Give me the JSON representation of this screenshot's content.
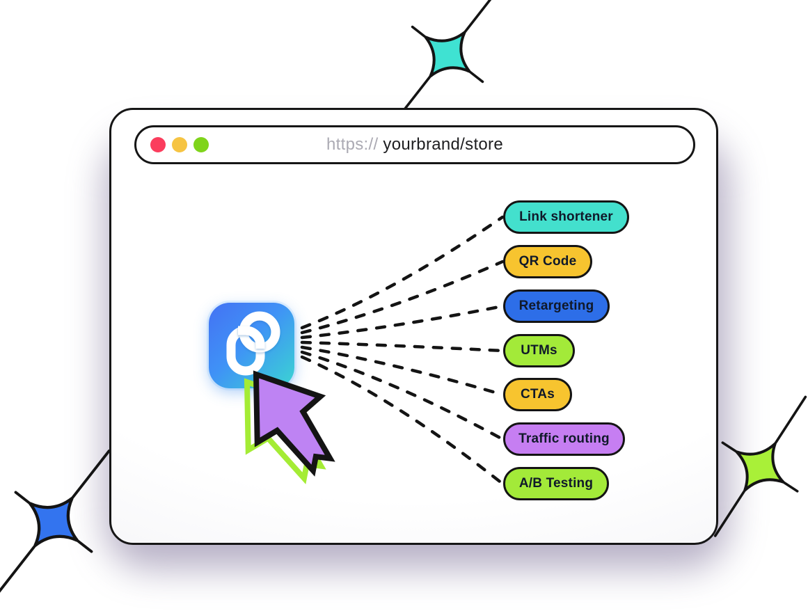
{
  "browser": {
    "traffic_lights": [
      {
        "name": "close",
        "color": "#fb3d5d"
      },
      {
        "name": "minimize",
        "color": "#f6c443"
      },
      {
        "name": "zoom",
        "color": "#7fd41b"
      }
    ],
    "url": {
      "protocol": "https://",
      "path": "yourbrand/store"
    }
  },
  "app_icon": {
    "name": "link-chain-app-icon",
    "gradient_from": "#4472f3",
    "gradient_mid": "#3f92f6",
    "gradient_to": "#3bd5d2"
  },
  "cursor": {
    "fill": "#be83f3",
    "offset_outline_color": "#a4ec35"
  },
  "features": [
    {
      "label": "Link shortener",
      "color": "#43e0cd"
    },
    {
      "label": "QR Code",
      "color": "#f7c42f"
    },
    {
      "label": "Retargeting",
      "color": "#2d6ee8"
    },
    {
      "label": "UTMs",
      "color": "#a3ea39"
    },
    {
      "label": "CTAs",
      "color": "#f7c42f"
    },
    {
      "label": "Traffic routing",
      "color": "#c67ef2"
    },
    {
      "label": "A/B Testing",
      "color": "#a3ea39"
    }
  ],
  "sparkles": [
    {
      "name": "sparkle-teal",
      "color": "#3fe2d2"
    },
    {
      "name": "sparkle-blue",
      "color": "#3374ef"
    },
    {
      "name": "sparkle-green",
      "color": "#a9f038"
    }
  ],
  "shadow_color": "#7e7299",
  "outline_color": "#141414"
}
